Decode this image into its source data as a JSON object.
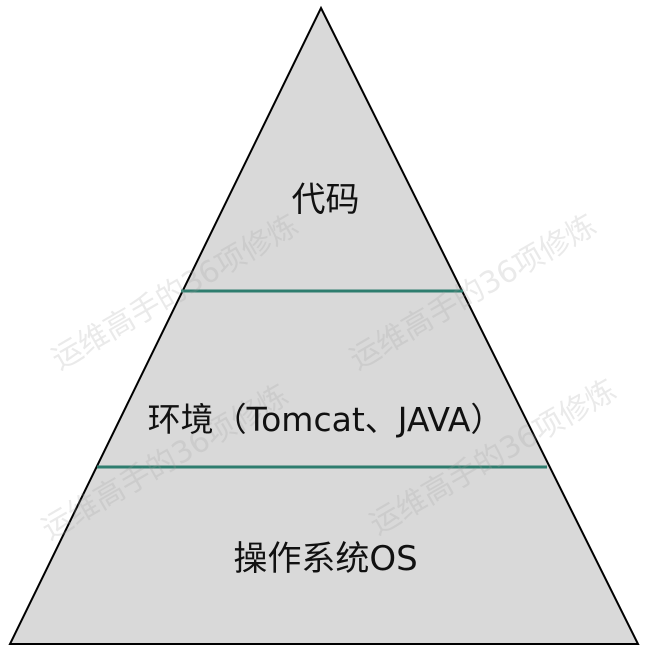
{
  "diagram": {
    "layers": [
      {
        "label": "代码"
      },
      {
        "label": "环境（Tomcat、JAVA）"
      },
      {
        "label": "操作系统OS"
      }
    ],
    "colors": {
      "fill": "#d9d9d9",
      "outline": "#000000",
      "divider": "#2e7d6e"
    }
  },
  "watermark": {
    "text": "运维高手的36项修炼"
  }
}
